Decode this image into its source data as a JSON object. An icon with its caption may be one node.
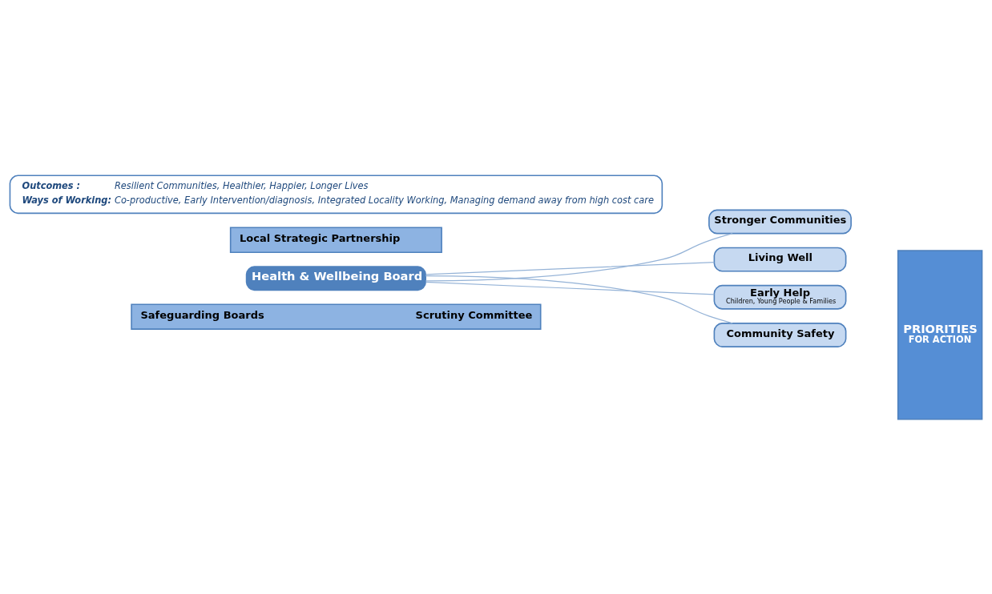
{
  "diagram": {
    "nodes": [
      {
        "text": [
          "Safeguarding Boards",
          "Scrutiny Committee"
        ]
      },
      {
        "text": [
          "Health & Wellbeing Board"
        ]
      },
      {
        "text": [
          "Stronger Communities"
        ]
      },
      {
        "text": [
          "Living Well"
        ]
      },
      {
        "text": [
          "Early Help",
          "Children, Young People & Families"
        ]
      },
      {
        "text": [
          "Community Safety"
        ]
      },
      {
        "text": [
          "PRIORITIES",
          "FOR ACTION"
        ]
      },
      {
        "text": [
          "Local Strategic Partnership"
        ]
      },
      {
        "text": [
          "Outcomes :",
          "Resilient Communities, Healthier, Happier, Longer Lives",
          "Ways of Working:",
          "Co-productive, Early Intervention/diagnosis, Integrated Locality Working, Managing demand away from high cost care"
        ]
      }
    ],
    "edges": [
      {
        "from": 1,
        "to": 2,
        "arrow": "none"
      },
      {
        "from": 1,
        "to": 3,
        "arrow": "none"
      },
      {
        "from": 1,
        "to": 4,
        "arrow": "none"
      },
      {
        "from": 1,
        "to": 5,
        "arrow": "none"
      }
    ]
  }
}
